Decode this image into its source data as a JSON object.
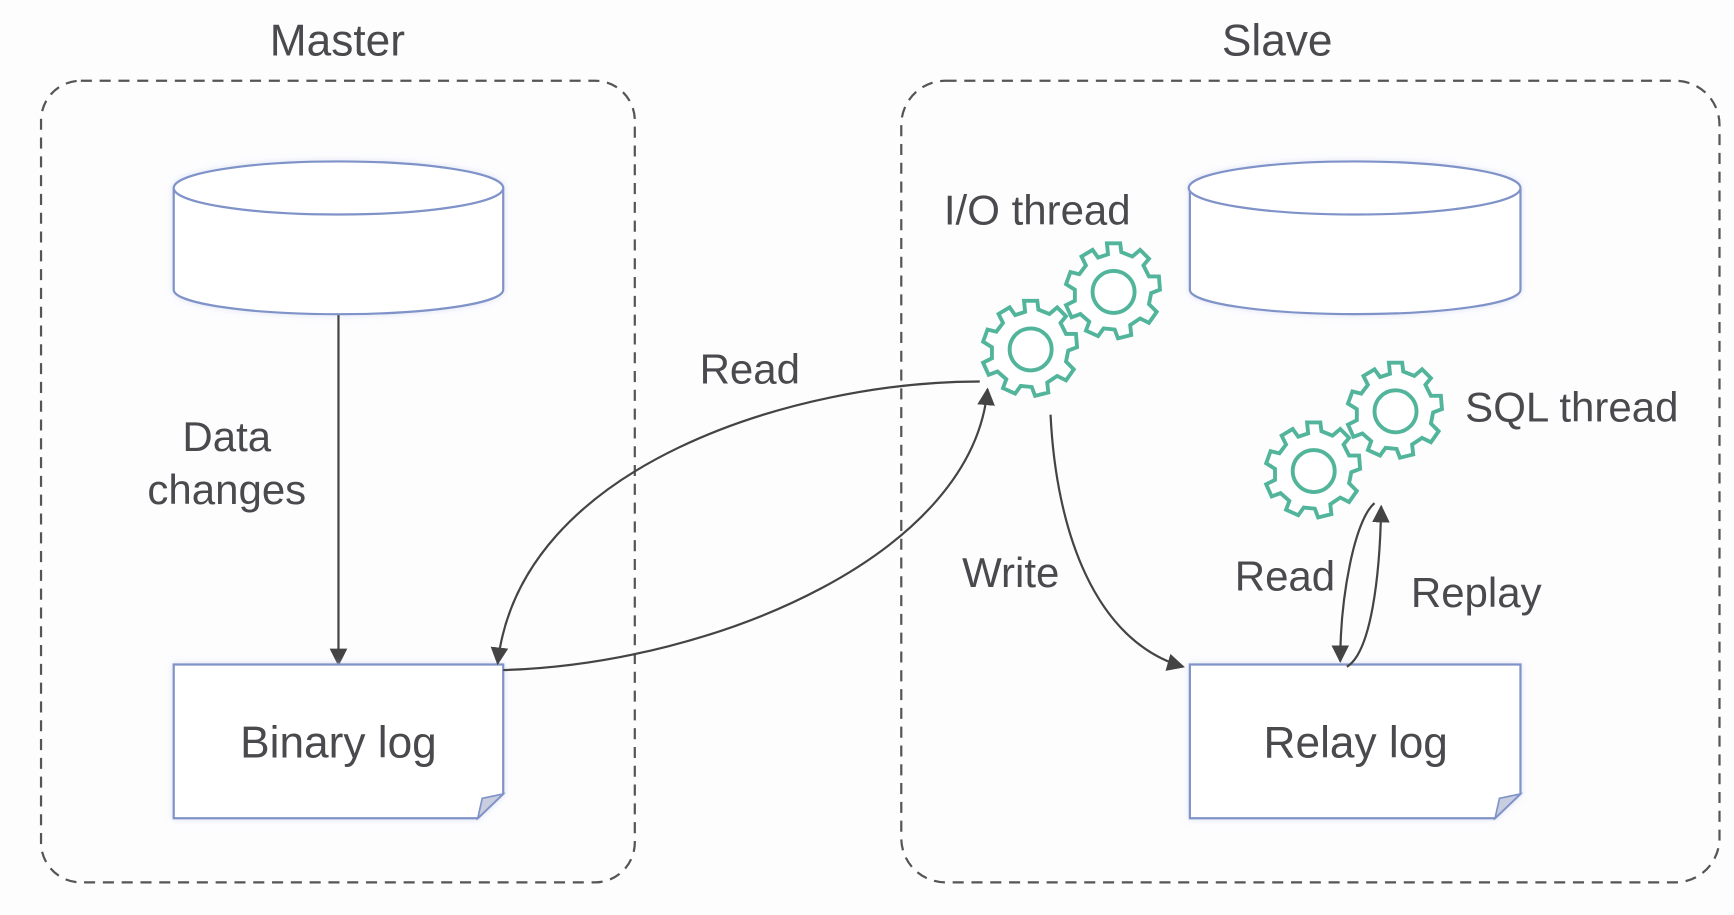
{
  "diagram": {
    "title": "MySQL master-slave replication",
    "colors": {
      "text": "#4a4a4e",
      "node_stroke": "#7f93c8",
      "gear_stroke": "#52b59b",
      "edge": "#444444",
      "container_border": "#555555"
    },
    "master": {
      "label": "Master",
      "database_icon": "database-cylinder-icon",
      "binary_log": "Binary log",
      "data_changes_label_line1": "Data",
      "data_changes_label_line2": "changes"
    },
    "slave": {
      "label": "Slave",
      "database_icon": "database-cylinder-icon",
      "io_thread": "I/O thread",
      "sql_thread": "SQL thread",
      "relay_log": "Relay log"
    },
    "edges": {
      "master_read": "Read",
      "write": "Write",
      "slave_read": "Read",
      "replay": "Replay"
    }
  }
}
